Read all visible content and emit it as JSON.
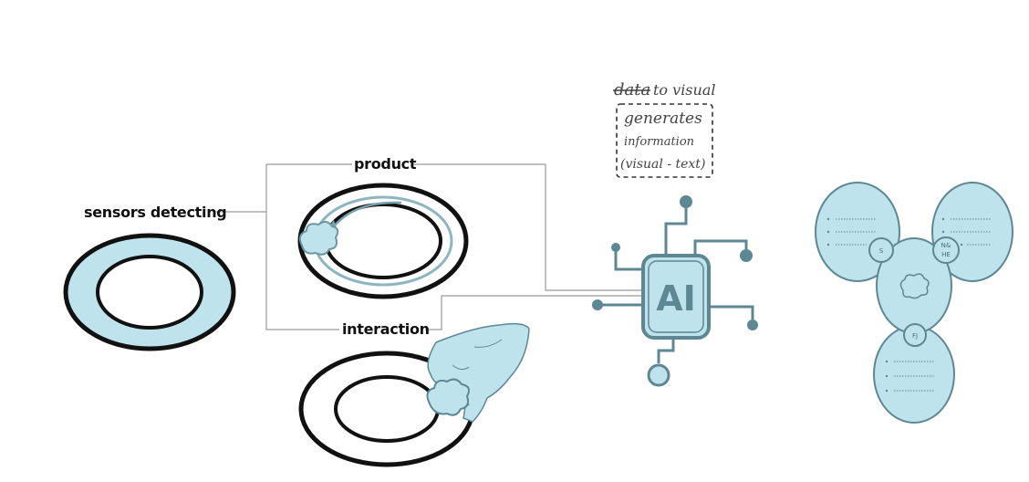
{
  "labels": {
    "sensors": "sensors detecting",
    "product": "product",
    "interaction": "interaction"
  },
  "note": {
    "line1_strike": "data",
    "line1_rest": "to visual",
    "line2": "generates",
    "line3": "information",
    "line4": "(visual - text)"
  },
  "chip": {
    "label": "AI"
  },
  "cluster": {
    "node_s": "S",
    "node_nhe_line1": "N&",
    "node_nhe_line2": "HE",
    "node_fj": "FJ"
  },
  "colors": {
    "light_blue": "#bfe3ec",
    "teal": "#5d8893",
    "outline": "#111111",
    "connector": "#9a9a9a"
  }
}
